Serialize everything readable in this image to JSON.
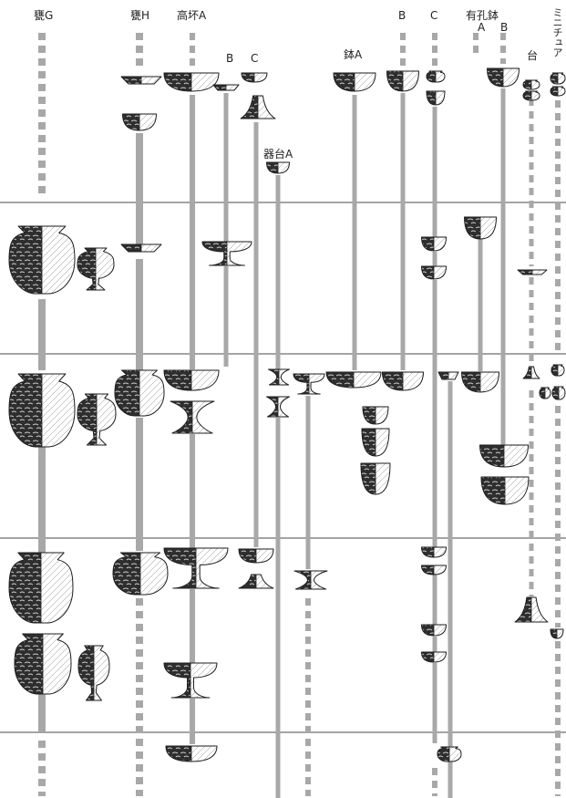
{
  "labels": {
    "kame_g": "甕G",
    "kame_h": "甕H",
    "takatsuki_a": "高坏A",
    "takatsuki_b": "B",
    "takatsuki_c": "C",
    "kidai_a": "器台A",
    "hachi_a": "鉢A",
    "hachi_b": "B",
    "hachi_c": "C",
    "yuko_hachi": "有孔鉢",
    "yuko_hachi_a": "A",
    "yuko_hachi_b": "B",
    "dai": "台",
    "miniature": "ミニチュア"
  },
  "colors": {
    "period_bar": "#a8a8a8",
    "divider": "#4a4a4a",
    "ink": "#1e1e1e",
    "label_text": "#222222"
  }
}
